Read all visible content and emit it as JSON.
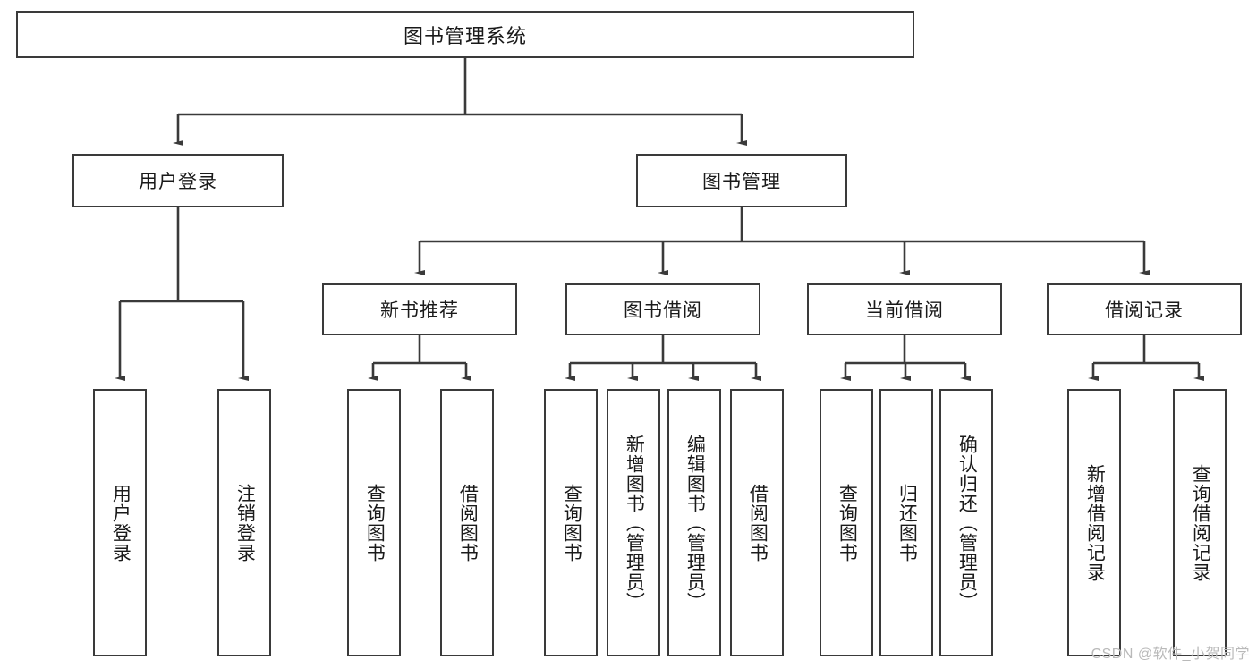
{
  "diagram": {
    "title": "图书管理系统",
    "type": "tree",
    "root": {
      "label": "图书管理系统"
    },
    "level1": [
      {
        "label": "用户登录"
      },
      {
        "label": "图书管理"
      }
    ],
    "level2": [
      {
        "label": "新书推荐"
      },
      {
        "label": "图书借阅"
      },
      {
        "label": "当前借阅"
      },
      {
        "label": "借阅记录"
      }
    ],
    "leaves_user_login": [
      {
        "label": "用户登录"
      },
      {
        "label": "注销登录"
      }
    ],
    "leaves_new_book": [
      {
        "label": "查询图书"
      },
      {
        "label": "借阅图书"
      }
    ],
    "leaves_borrow": [
      {
        "label": "查询图书"
      },
      {
        "label": "新增图书（管理员）"
      },
      {
        "label": "编辑图书（管理员）"
      },
      {
        "label": "借阅图书"
      }
    ],
    "leaves_current": [
      {
        "label": "查询图书"
      },
      {
        "label": "归还图书"
      },
      {
        "label": "确认归还（管理员）"
      }
    ],
    "leaves_record": [
      {
        "label": "新增借阅记录"
      },
      {
        "label": "查询借阅记录"
      }
    ]
  },
  "watermark": {
    "text": "CSDN @软件_小贺同学"
  },
  "colors": {
    "border": "#3a3a3a",
    "background": "#ffffff",
    "text": "#1a1a1a",
    "watermark": "#b9b9b9"
  }
}
